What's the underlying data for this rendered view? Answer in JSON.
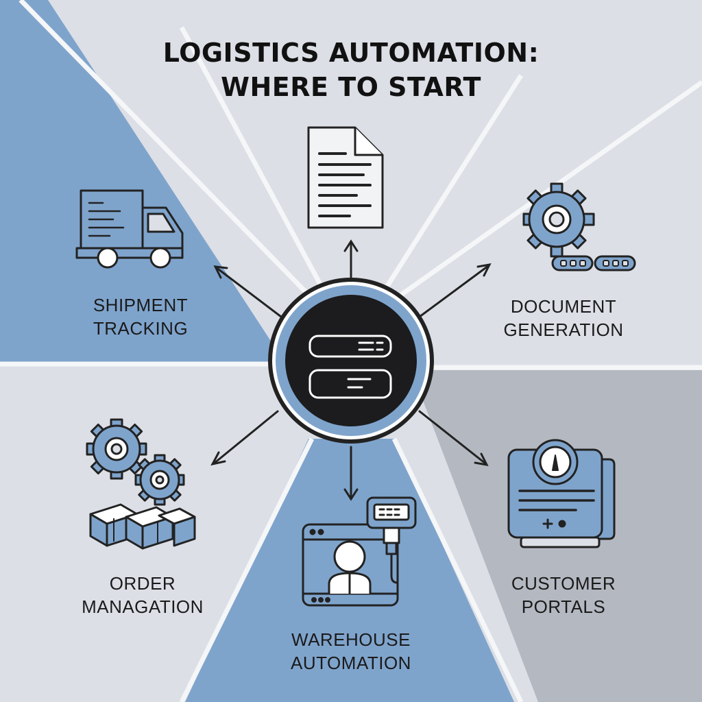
{
  "title": {
    "line1": "LOGISTICS AUTOMATION:",
    "line2": "WHERE TO START"
  },
  "nodes": [
    {
      "id": "shipment",
      "line1": "SHIPMENT",
      "line2": "TRACKING",
      "icon": "delivery-truck-icon"
    },
    {
      "id": "document",
      "line1": "DOCUMENT",
      "line2": "GENERATION",
      "icon": "gear-chain-icon"
    },
    {
      "id": "order",
      "line1": "ORDER",
      "line2": "MANAGATION",
      "icon": "gears-boxes-icon"
    },
    {
      "id": "warehouse",
      "line1": "WAREHOUSE",
      "line2": "AUTOMATION",
      "icon": "scanner-monitor-icon"
    },
    {
      "id": "customer",
      "line1": "CUSTOMER",
      "line2": "PORTALS",
      "icon": "customer-portal-icon"
    }
  ],
  "top_icon": "document-icon",
  "center_icon": "server-icon",
  "colors": {
    "background": "#dcdfe6",
    "accent_blue": "#7fa4cc",
    "gray_panel": "#b4b8c1",
    "dark": "#1c1c1e",
    "line": "#222222"
  }
}
